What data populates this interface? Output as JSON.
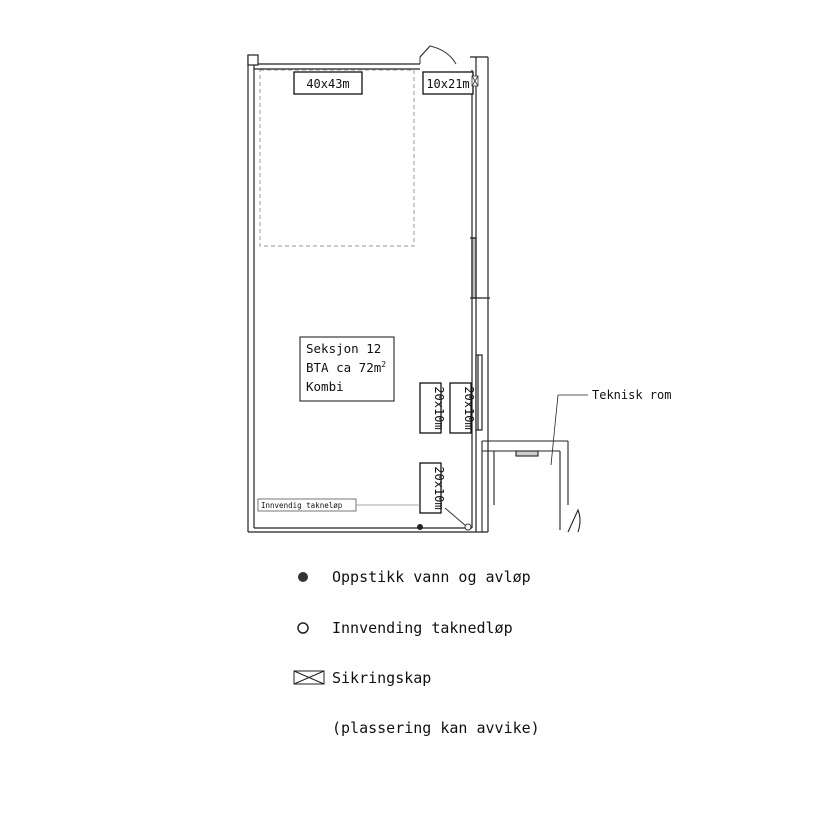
{
  "plan": {
    "doors": {
      "main": "40x43m",
      "small": "10x21m",
      "side_1": "20x10m",
      "side_2": "20x10m",
      "side_3": "20x10m"
    },
    "section": {
      "line1": "Seksjon 12",
      "line2": "BTA ca 72m",
      "line2_sup": "2",
      "line3": "Kombi"
    },
    "gutter_label": "Innvendig takneløp",
    "technical_room_label": "Teknisk rom"
  },
  "legend": {
    "items": [
      {
        "icon": "filled-circle-icon",
        "label": "Oppstikk vann og avløp"
      },
      {
        "icon": "open-circle-icon",
        "label": "Innvending taknedløp"
      },
      {
        "icon": "fuse-box-icon",
        "label": "Sikringskap"
      }
    ],
    "note": "(plassering kan avvike)"
  }
}
